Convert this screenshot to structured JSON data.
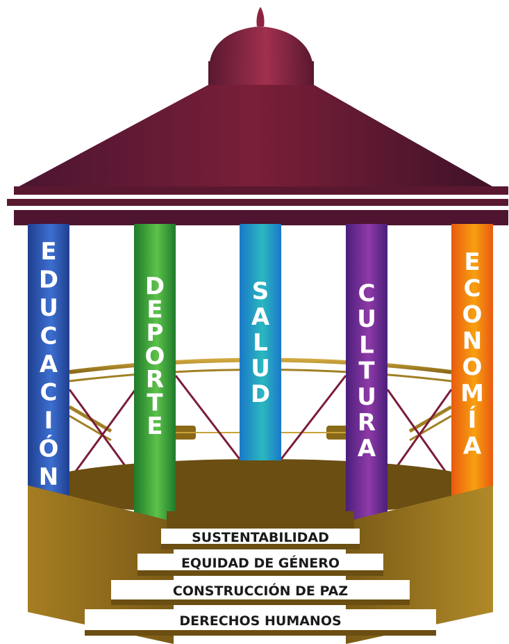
{
  "columns": [
    {
      "label": "EDUCACIÓN",
      "colors": [
        "#1f3f8f",
        "#3d6fd0"
      ]
    },
    {
      "label": "DEPORTE",
      "colors": [
        "#1f7a2a",
        "#5cc24a"
      ]
    },
    {
      "label": "SALUD",
      "colors": [
        "#1a78c8",
        "#2bb8c0"
      ]
    },
    {
      "label": "CULTURA",
      "colors": [
        "#4a1f7a",
        "#8f3aa8"
      ]
    },
    {
      "label": "ECONOMÍA",
      "colors": [
        "#e85a10",
        "#f8a010"
      ]
    }
  ],
  "steps": [
    "SUSTENTABILIDAD",
    "EQUIDAD DE GÉNERO",
    "CONSTRUCCIÓN DE PAZ",
    "DERECHOS HUMANOS"
  ],
  "colors": {
    "roof": "#6b1c33",
    "roof_dark": "#4a1428",
    "dome_light": "#9c2c4c",
    "rail": "#b08a28",
    "base": "#9a7520",
    "base_dark": "#6e5214",
    "floor": "#6a4e12"
  }
}
